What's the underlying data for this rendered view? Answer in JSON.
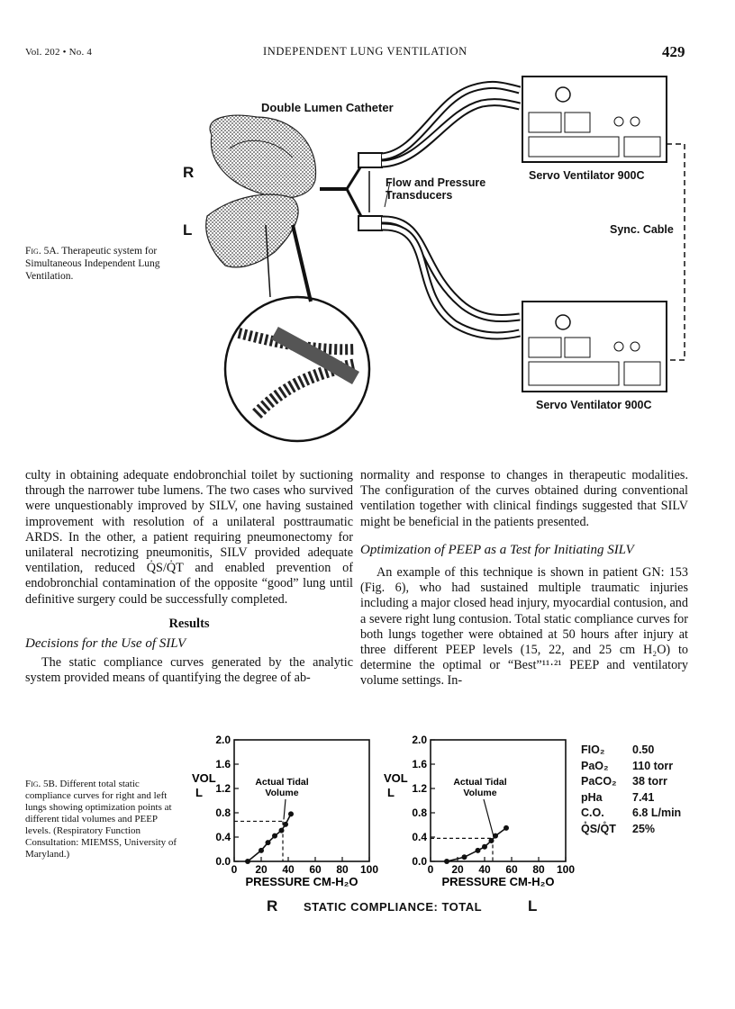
{
  "header": {
    "volume": "Vol. 202 • No. 4",
    "running_title": "INDEPENDENT LUNG VENTILATION",
    "page_number": "429"
  },
  "figure_5a": {
    "caption_label": "Fig. 5A.",
    "caption_text": "Therapeutic system for Simultaneous Independent Lung Ventilation.",
    "labels": {
      "catheter": "Double Lumen Catheter",
      "right": "R",
      "left": "L",
      "transducers_1": "Flow and Pressure",
      "transducers_2": "Transducers",
      "ventilator_top": "Servo Ventilator 900C",
      "ventilator_bottom": "Servo Ventilator 900C",
      "sync_cable": "Sync. Cable"
    }
  },
  "body": {
    "left_para1": "culty in obtaining adequate endobronchial toilet by suctioning through the narrower tube lumens. The two cases who survived were unquestionably improved by SILV, one having sustained improvement with resolution of a unilateral posttraumatic ARDS. In the other, a patient requiring pneumonectomy for unilateral necrotizing pneumonitis, SILV provided adequate ventilation, reduced Q̇S/Q̇T and enabled prevention of endobronchial contamination of the opposite “good” lung until definitive surgery could be successfully completed.",
    "results_heading": "Results",
    "subheading_1": "Decisions for the Use of SILV",
    "left_para2": "The static compliance curves generated by the analytic system provided means of quantifying the degree of ab-",
    "right_para1": "normality and response to changes in therapeutic modalities. The configuration of the curves obtained during conventional ventilation together with clinical findings suggested that SILV might be beneficial in the patients presented.",
    "subheading_2": "Optimization of PEEP as a Test for Initiating SILV",
    "right_para2": "An example of this technique is shown in patient GN: 153 (Fig. 6), who had sustained multiple traumatic injuries including a major closed head injury, myocardial contusion, and a severe right lung contusion. Total static compliance curves for both lungs together were obtained at 50 hours after injury at three different PEEP levels (15, 22, and 25 cm H₂O) to determine the optimal or “Best”¹¹·²¹ PEEP and ventilatory volume settings. In-"
  },
  "figure_5b": {
    "caption_label": "Fig. 5B.",
    "caption_text": "Different total static compliance curves for right and left lungs showing optimization points at different tidal volumes and PEEP levels. (Respiratory Function Consultation: MIEMSS, University of Maryland.)",
    "bottom_title_left": "R",
    "bottom_title_center": "STATIC COMPLIANCE: TOTAL",
    "bottom_title_right": "L",
    "params": [
      {
        "name": "FIO₂",
        "value": "0.50"
      },
      {
        "name": "PaO₂",
        "value": "110 torr"
      },
      {
        "name": "PaCO₂",
        "value": "38 torr"
      },
      {
        "name": "pHa",
        "value": "7.41"
      },
      {
        "name": "C.O.",
        "value": "6.8 L/min"
      },
      {
        "name": "Q̊S/Q̊T",
        "value": "25%"
      }
    ]
  },
  "chart_data": [
    {
      "type": "line",
      "panel": "R",
      "xlabel": "PRESSURE   CM-H₂O",
      "ylabel": "VOL L",
      "annotation": "Actual Tidal Volume",
      "xlim": [
        0,
        100
      ],
      "ylim": [
        0.0,
        2.0
      ],
      "x_ticks": [
        "0",
        "20",
        "40",
        "60",
        "80",
        "100"
      ],
      "y_ticks": [
        "0.0",
        "0.4",
        "0.8",
        "1.2",
        "1.6",
        "2.0"
      ],
      "points": [
        [
          10,
          0.0
        ],
        [
          20,
          0.18
        ],
        [
          25,
          0.31
        ],
        [
          30,
          0.42
        ],
        [
          35,
          0.51
        ],
        [
          38,
          0.61
        ],
        [
          42,
          0.78
        ]
      ],
      "tidal_point": [
        36,
        0.66
      ]
    },
    {
      "type": "line",
      "panel": "L",
      "xlabel": "PRESSURE   CM-H₂O",
      "ylabel": "VOL L",
      "annotation": "Actual Tidal Volume",
      "xlim": [
        0,
        100
      ],
      "ylim": [
        0.0,
        2.0
      ],
      "x_ticks": [
        "0",
        "20",
        "40",
        "60",
        "80",
        "100"
      ],
      "y_ticks": [
        "0.0",
        "0.4",
        "0.8",
        "1.2",
        "1.6",
        "2.0"
      ],
      "points": [
        [
          12,
          0.0
        ],
        [
          25,
          0.07
        ],
        [
          35,
          0.18
        ],
        [
          40,
          0.24
        ],
        [
          45,
          0.34
        ],
        [
          48,
          0.42
        ],
        [
          56,
          0.55
        ]
      ],
      "tidal_point": [
        46,
        0.38
      ]
    }
  ]
}
